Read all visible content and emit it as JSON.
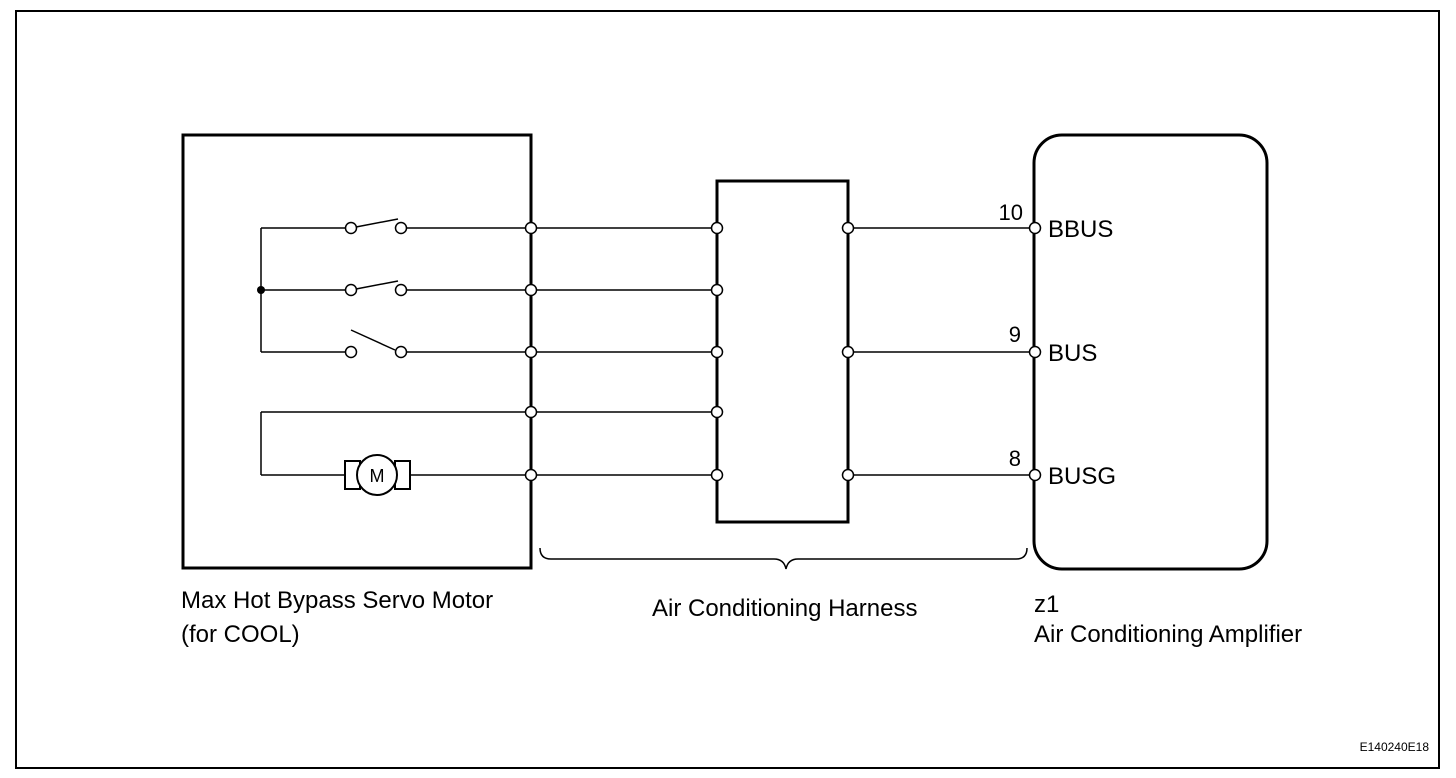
{
  "components": {
    "servo_motor": {
      "name_line1": "Max Hot Bypass Servo Motor",
      "name_line2": "(for COOL)",
      "motor_symbol": "M"
    },
    "harness": {
      "name": "Air Conditioning Harness"
    },
    "amplifier": {
      "connector_id": "z1",
      "name": "Air Conditioning Amplifier",
      "pins": [
        {
          "number": "10",
          "name": "BBUS"
        },
        {
          "number": "9",
          "name": "BUS"
        },
        {
          "number": "8",
          "name": "BUSG"
        }
      ]
    }
  },
  "figure_code": "E140240E18"
}
